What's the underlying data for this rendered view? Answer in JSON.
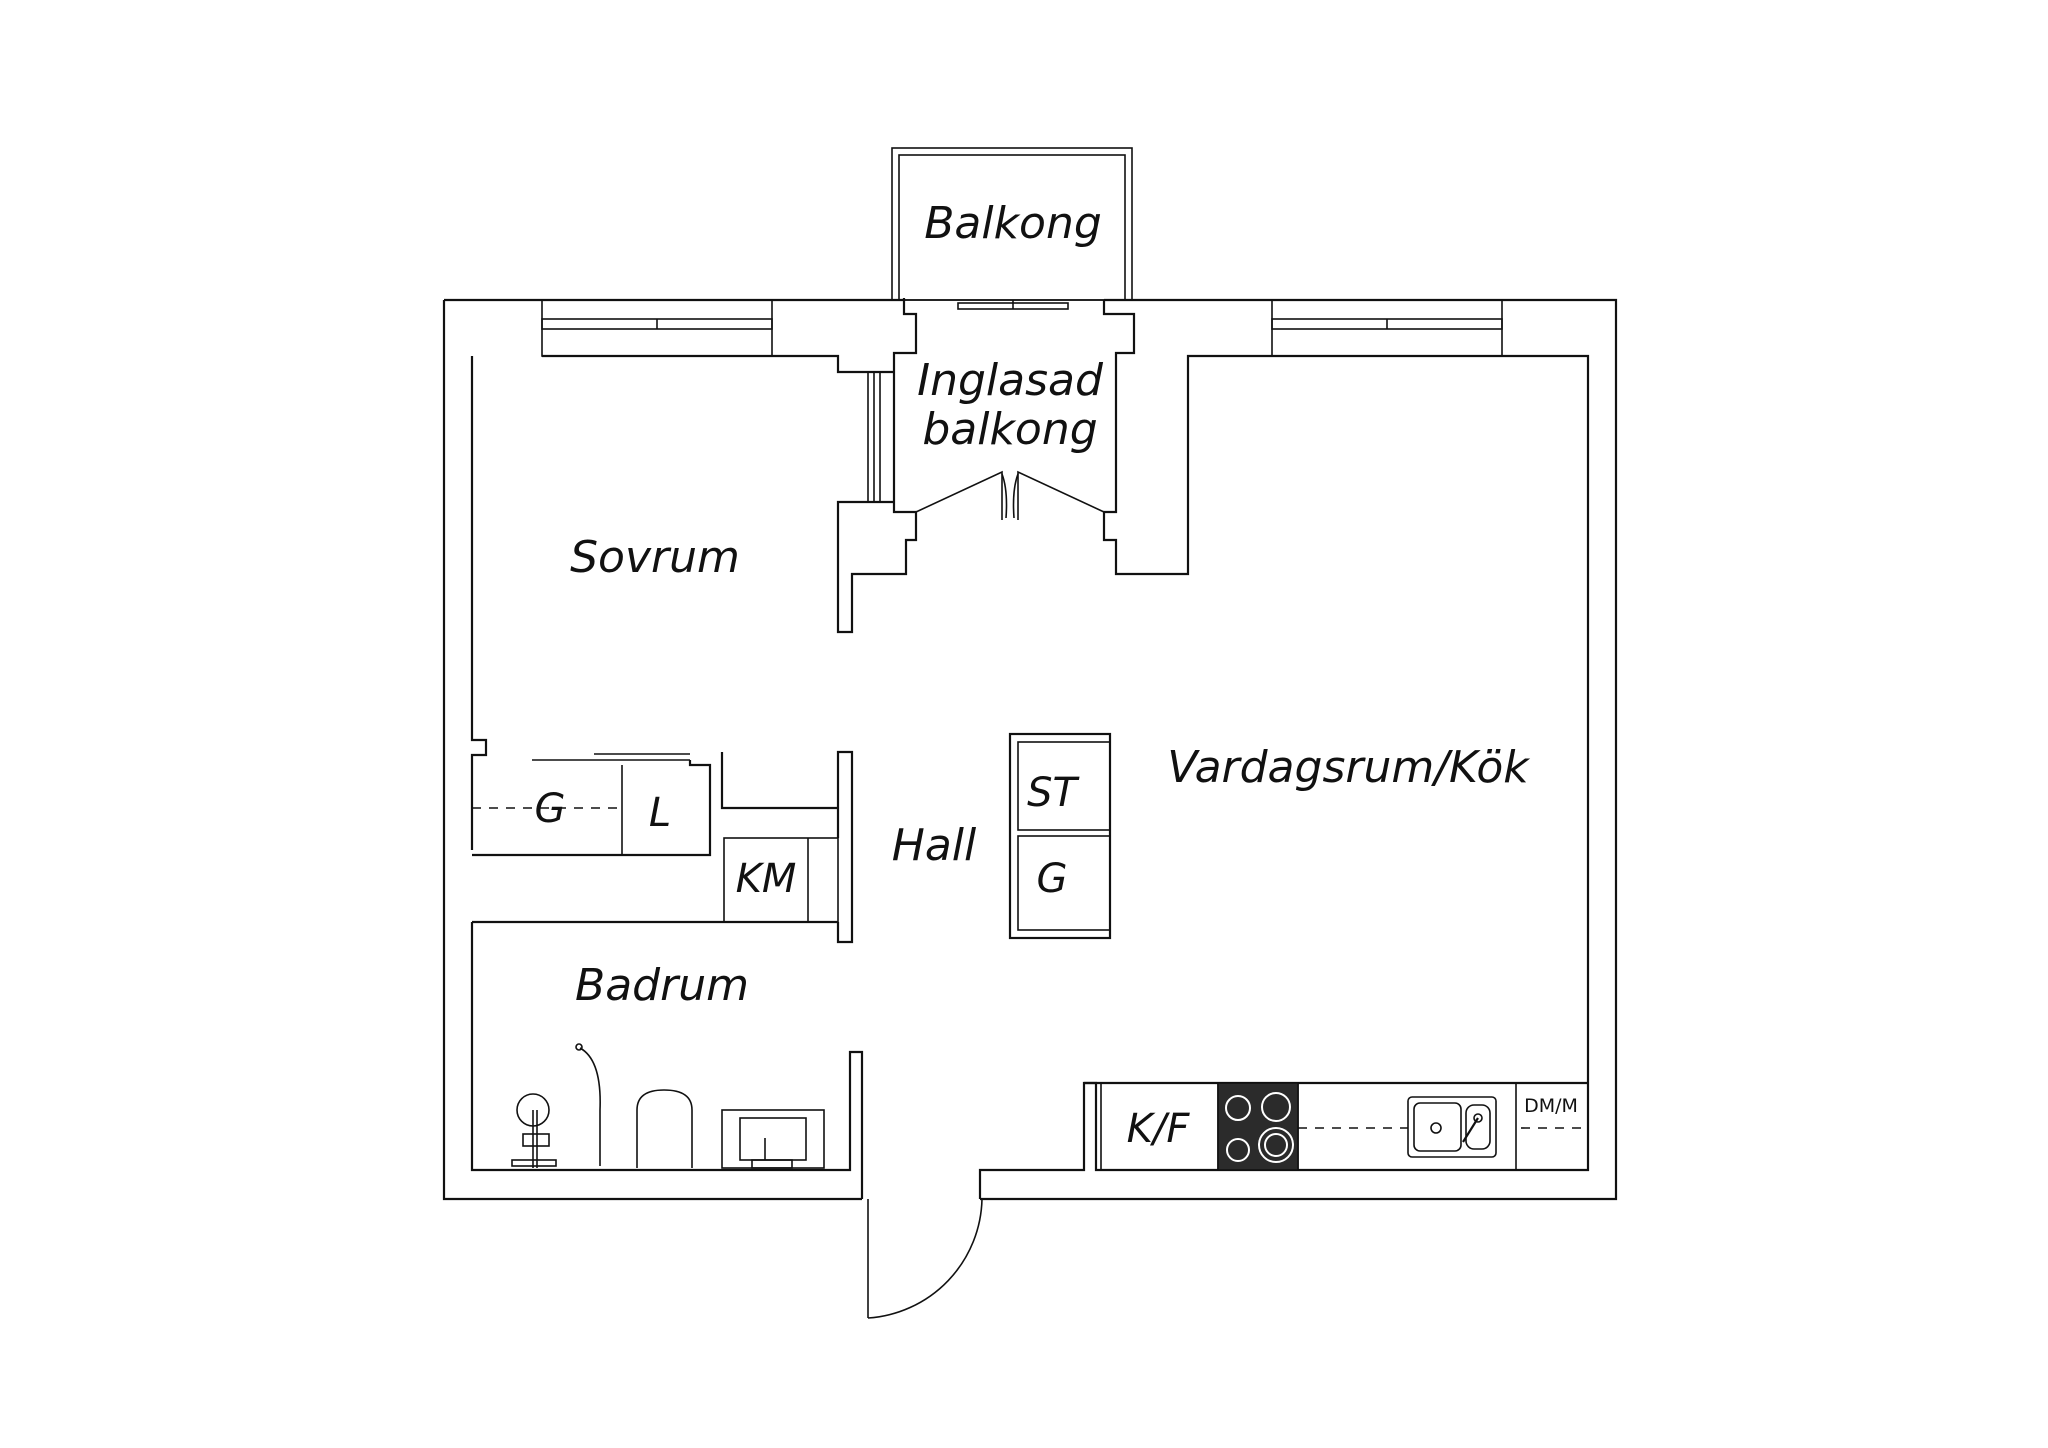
{
  "rooms": {
    "balkong": "Balkong",
    "inglasad_line1": "Inglasad",
    "inglasad_line2": "balkong",
    "sovrum": "Sovrum",
    "vardagsrum": "Vardagsrum/Kök",
    "hall": "Hall",
    "badrum": "Badrum"
  },
  "fixtures": {
    "garderob_sovrum": "G",
    "linneskap": "L",
    "kladvardsmaskin": "KM",
    "stadskap": "ST",
    "garderob_hall": "G",
    "kyl_frys": "K/F",
    "diskmaskin": "DM/M"
  }
}
